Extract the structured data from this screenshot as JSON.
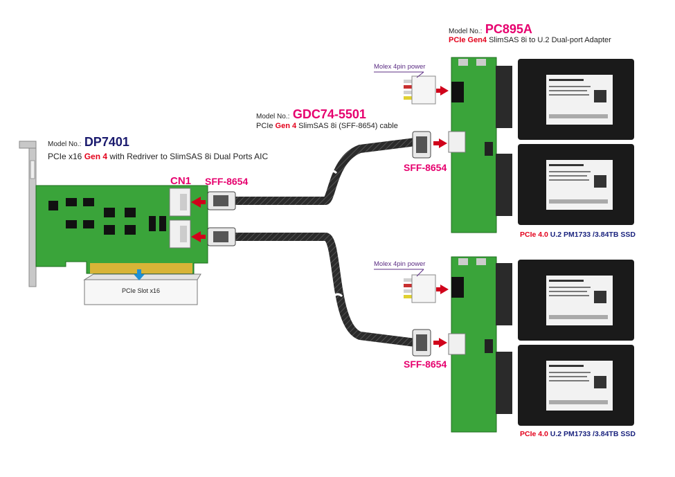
{
  "colors": {
    "accent_red": "#e3001b",
    "navy": "#1a1a6e",
    "pink": "#e6006e",
    "pcb_green": "#3aa43a",
    "ssd_body": "#1a1a1a",
    "arrow_red": "#d0021b",
    "arrow_blue": "#1e90d6"
  },
  "dp7401": {
    "model_prefix": "Model No.:",
    "model": "DP7401",
    "desc_a": "PCIe x16 ",
    "desc_gen": "Gen 4",
    "desc_b": " with Redriver to SlimSAS 8i Dual Ports AIC",
    "connector": "CN1",
    "slot_label": "PCIe Slot x16"
  },
  "cable": {
    "model_prefix": "Model No.:",
    "model": "GDC74-5501",
    "desc_a": "PCIe ",
    "desc_gen": "Gen 4",
    "desc_b": " SlimSAS 8i (SFF-8654) cable",
    "connector": "SFF-8654"
  },
  "pc895a": {
    "model_prefix": "Model No.:",
    "model": "PC895A",
    "desc_a": "PCIe Gen4",
    "desc_b": " SlimSAS 8i to U.2 Dual-port Adapter",
    "power_label": "Molex 4pin power",
    "connector": "SFF-8654"
  },
  "ssd": {
    "label_a": "PCIe 4.0",
    "label_b": " U.2 PM1733 /3.84TB SSD"
  }
}
